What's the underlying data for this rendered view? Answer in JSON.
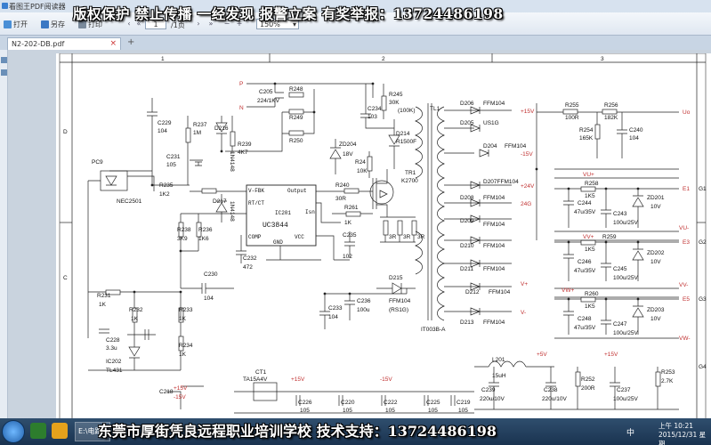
{
  "app": {
    "title": "看图王PDF阅读器"
  },
  "toolbar": {
    "open_label": "打开",
    "save_label": "另存",
    "print_label": "打印",
    "page_current": "1",
    "page_total": "/1页",
    "zoom": "150%"
  },
  "tab": {
    "name": "N2-202-DB.pdf",
    "close": "×",
    "add": "+"
  },
  "banner": {
    "top": "版权保护 禁止传播 一经发现 报警立案 有奖举报：13724486198",
    "bottom": "东莞市厚街凭良远程职业培训学校 技术支持：13724486198"
  },
  "taskbar": {
    "path_label": "E:\\电路",
    "ime": "中",
    "time": "上午 10:21",
    "date": "2015/12/31 星期"
  },
  "schematic": {
    "columns": [
      "1",
      "2",
      "3"
    ],
    "rows": [
      "D",
      "C"
    ],
    "labels": {
      "P": "P",
      "N": "N",
      "C205": "C205",
      "C205v": "224/1KV",
      "R248": "R248",
      "R249": "R249",
      "R250": "R250",
      "C229": "C229",
      "C229v": "104",
      "R237": "R237",
      "R237v": "1M",
      "D216": "D216",
      "D216v": "1N4148",
      "R239": "R239",
      "R239v": "4K7",
      "C231": "C231",
      "C231v": "105",
      "PC9": "PC9",
      "NEC2501": "NEC2501",
      "R235": "R235",
      "R235v": "1K2",
      "D217": "D217",
      "D217v": "1N4148",
      "R238": "R238",
      "R238v": "3K9",
      "R236": "R236",
      "R236v": "1K6",
      "C232": "C232",
      "C232v": "472",
      "C230": "C230",
      "C230v": "104",
      "IC201": "IC201",
      "UC3844": "UC3844",
      "vfbk": "V-FBK",
      "output": "Output",
      "rtct": "RT/CT",
      "comp": "COMP",
      "gnd": "GND",
      "vcc": "VCC",
      "isense": "Isn",
      "R245": "R245",
      "R245v": "30K",
      "R245w": "(100K)",
      "C234": "C234",
      "C234v": "103",
      "ZD204": "ZD204",
      "ZD204v": "18V",
      "D214": "D214",
      "D214v": "R1500F",
      "R24x": "R24",
      "R24xv": "10K",
      "TR1": "TR1",
      "TR1v": "K2700",
      "R240": "R240",
      "R240v": "30R",
      "R261": "R261",
      "R261v": "1K",
      "R3R": "3R",
      "C235": "C235",
      "C235v": "102",
      "C236": "C236",
      "C236v": "100u",
      "C233": "C233",
      "C233v": "104",
      "D215": "D215",
      "D215v": "FFM104",
      "D215w": "(RS1G)",
      "TL1": "TL1",
      "D206": "D206",
      "D205": "D205",
      "D204": "D204",
      "D207": "D207FFM104",
      "D208": "D208",
      "D209": "D209",
      "D210": "D210",
      "D211": "D211",
      "D212": "D212",
      "D213": "D213",
      "FFM104": "FFM104",
      "US1G": "US1G",
      "p15v": "+15V",
      "m15v": "-15V",
      "p24v": "+24V",
      "g24": "24G",
      "vplus": "V+",
      "vminus": "V-",
      "R255": "R255",
      "R255v": "100R",
      "R256": "R256",
      "R256v": "182K",
      "R254": "R254",
      "R254v": "165K",
      "C240": "C240",
      "C240v": "104",
      "Uo": "Uo",
      "VUplus": "VU+",
      "VUminus": "VU-",
      "R258": "R258",
      "R258v": "1K5",
      "C244": "C244",
      "C244v": "47u/35V",
      "C243": "C243",
      "C243v": "100u/25V",
      "ZD201": "ZD201",
      "ZD201v": "10V",
      "E1": "E1",
      "R259": "R259",
      "R259v": "1K5",
      "C246": "C246",
      "C246v": "47u/35V",
      "C245": "C245",
      "C245v": "100u/25V",
      "ZD202": "ZD202",
      "ZD202v": "10V",
      "E3": "E3",
      "VVplus": "VV+",
      "VVminus": "VV-",
      "R260": "R260",
      "R260v": "1K5",
      "C248": "C248",
      "C248v": "47u/35V",
      "C247": "C247",
      "C247v": "100u/25V",
      "ZD203": "ZD203",
      "ZD203v": "10V",
      "E5": "E5",
      "VWplus": "VW+",
      "VWminus": "VW-",
      "IT003B": "IT003B-A",
      "R231": "R231",
      "R231v": "1K",
      "R232": "R232",
      "R232v": "1K",
      "R233": "R233",
      "R233v": "1K",
      "C228": "C228",
      "C228v": "3.3u",
      "IC202": "IC202",
      "IC202v": "TL431",
      "R234": "R234",
      "R234v": "1K",
      "C218": "C218",
      "p15b": "+15V",
      "m15b": "-15V",
      "CT1": "CT1",
      "TA15A4V": "TA15A4V",
      "C226": "C226",
      "C220": "C220",
      "C222": "C222",
      "C225": "C225",
      "C219": "C219",
      "v105": "105",
      "L201": "L201",
      "L201v": "15uH",
      "C239": "C239",
      "C239v": "220u/10V",
      "C238": "C238",
      "C238v": "220u/10V",
      "R252": "R252",
      "R252v": "200R",
      "C237": "C237",
      "C237v": "100u/25V",
      "R253": "R253",
      "R253v": "2.7K",
      "p5v": "+5V",
      "p15c": "+15V",
      "m15c": "-15V",
      "p15d": "+15V",
      "G1": "G1",
      "G2": "G2",
      "G3": "G3",
      "G4": "G4"
    }
  }
}
